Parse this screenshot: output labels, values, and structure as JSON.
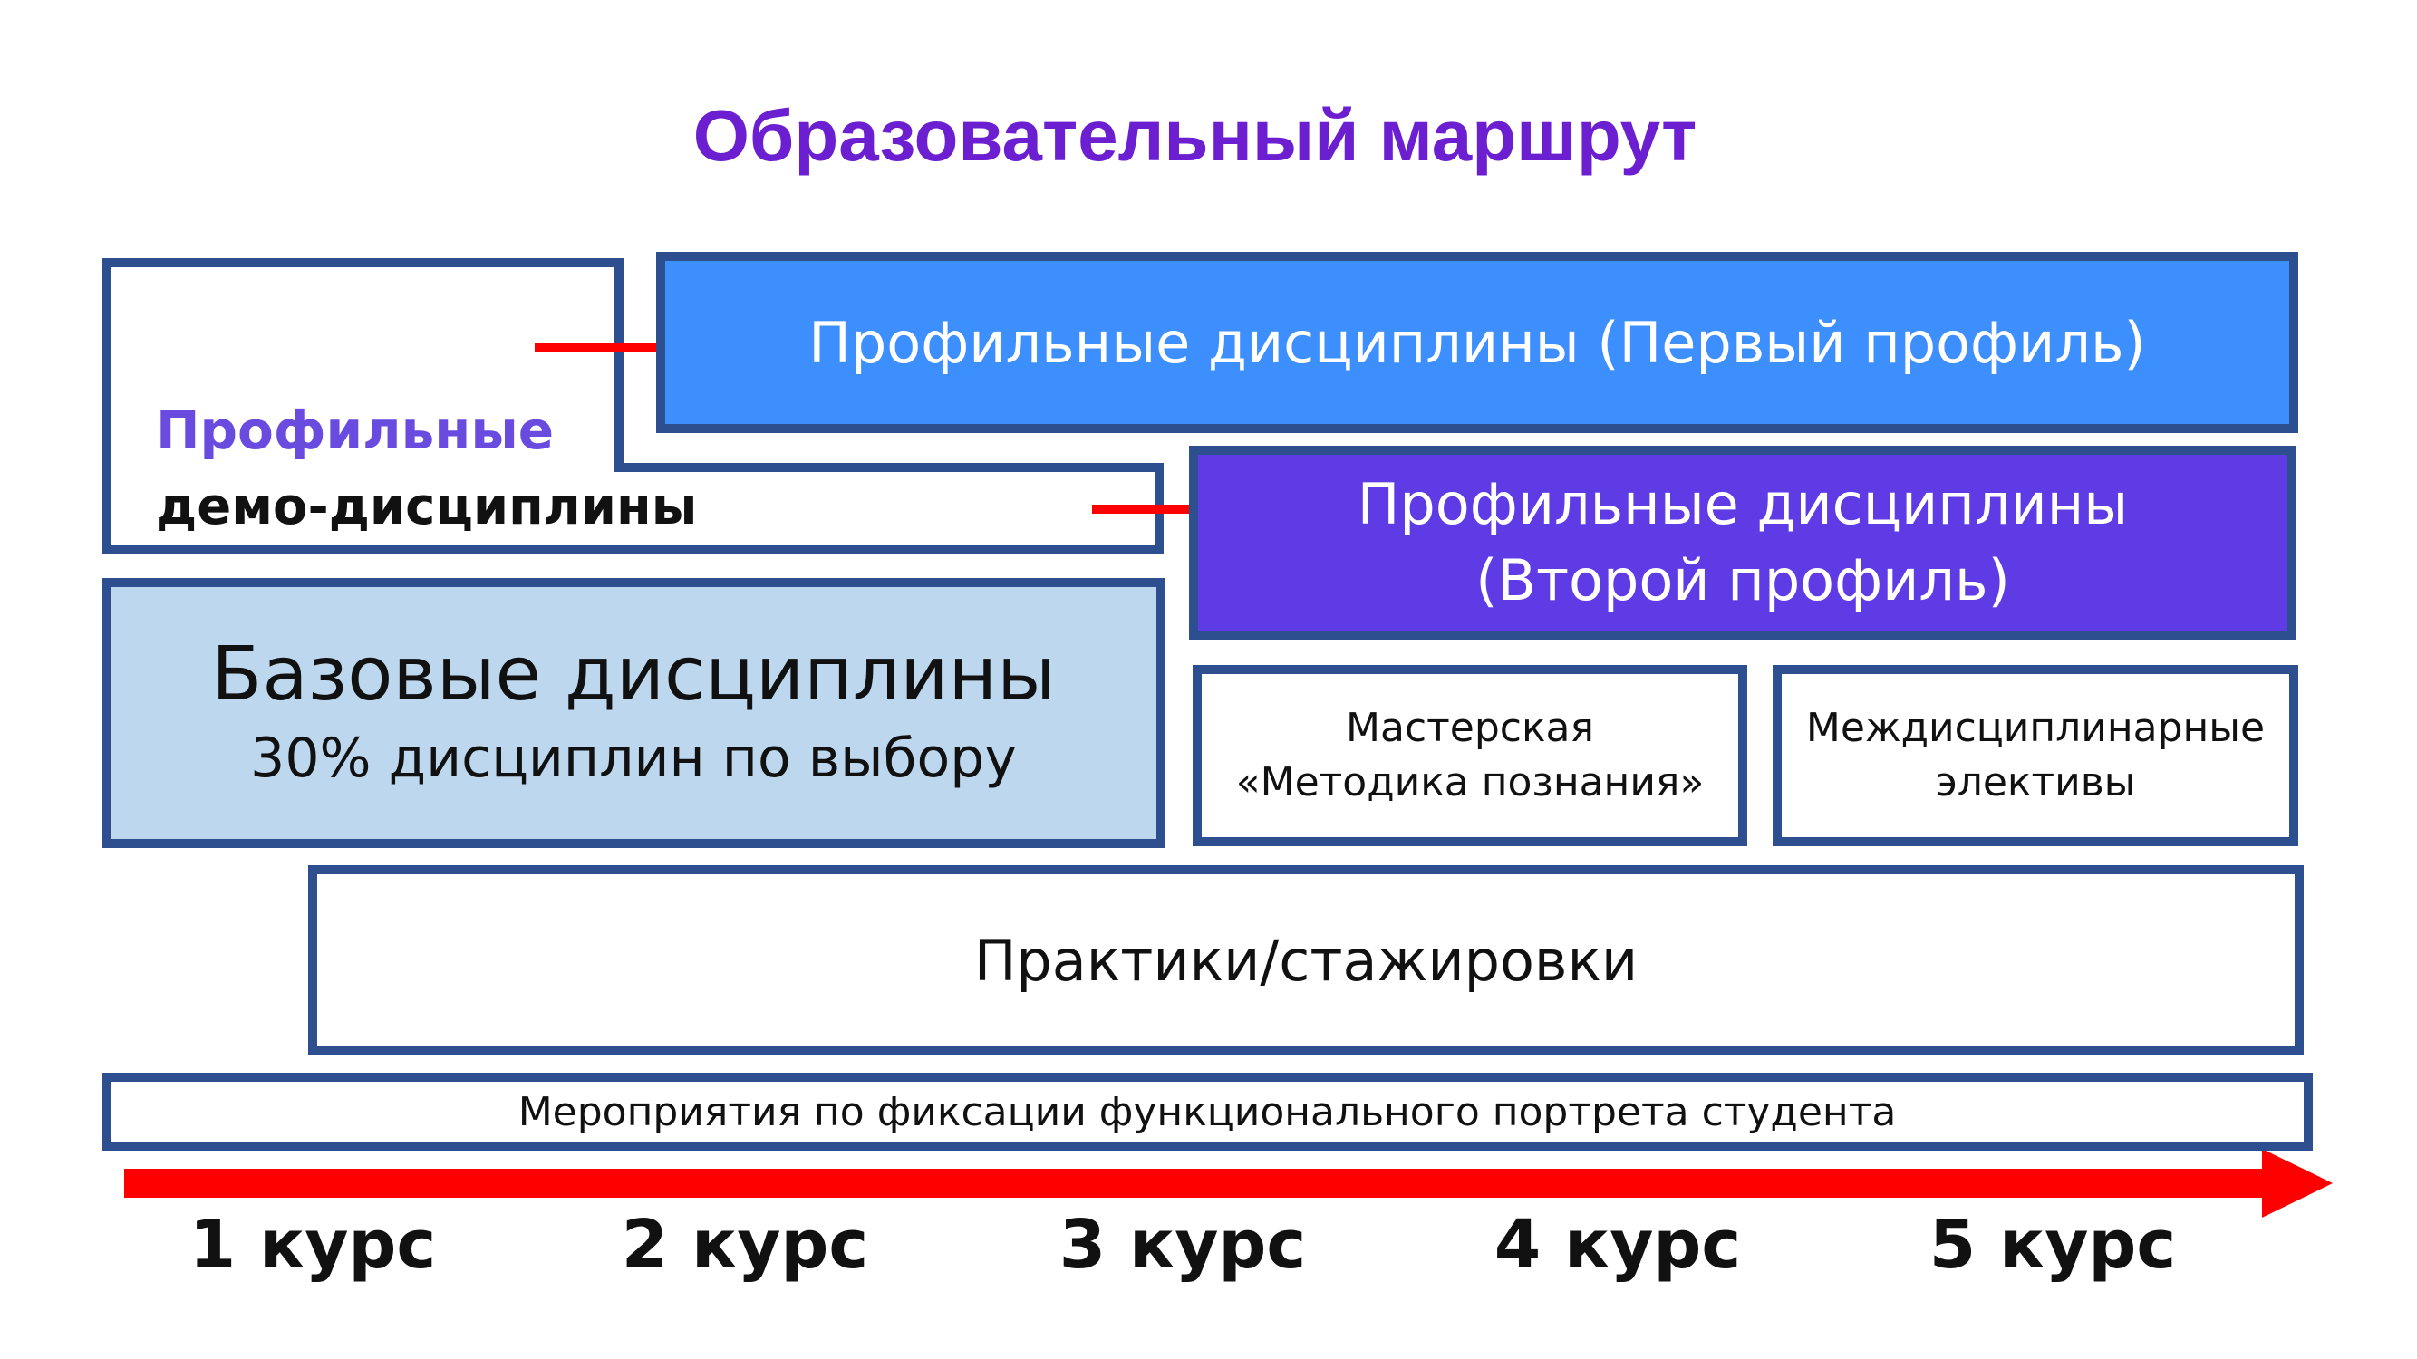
{
  "title": "Образовательный маршрут",
  "demo": {
    "line1": "Профильные",
    "line2": "демо-дисциплины"
  },
  "profile1": "Профильные дисциплины (Первый профиль)",
  "profile2": {
    "line1": "Профильные дисциплины",
    "line2": "(Второй профиль)"
  },
  "base": {
    "line1": "Базовые дисциплины",
    "line2": "30% дисциплин по выбору"
  },
  "workshop": {
    "line1": "Мастерская",
    "line2": "«Методика познания»"
  },
  "electives": {
    "line1": "Междисциплинарные",
    "line2": "элективы"
  },
  "practices": "Практики/стажировки",
  "events": "Мероприятия по фиксации функционального портрета студента",
  "courses": [
    "1 курс",
    "2 курс",
    "3 курс",
    "4 курс",
    "5 курс"
  ],
  "colors": {
    "title": "#6b1fd0",
    "border": "#2e4f8f",
    "profile1_fill": "#3d8ffe",
    "profile2_fill": "#5f3be6",
    "base_fill": "#bdd7ee",
    "arrow": "#ff0000"
  }
}
